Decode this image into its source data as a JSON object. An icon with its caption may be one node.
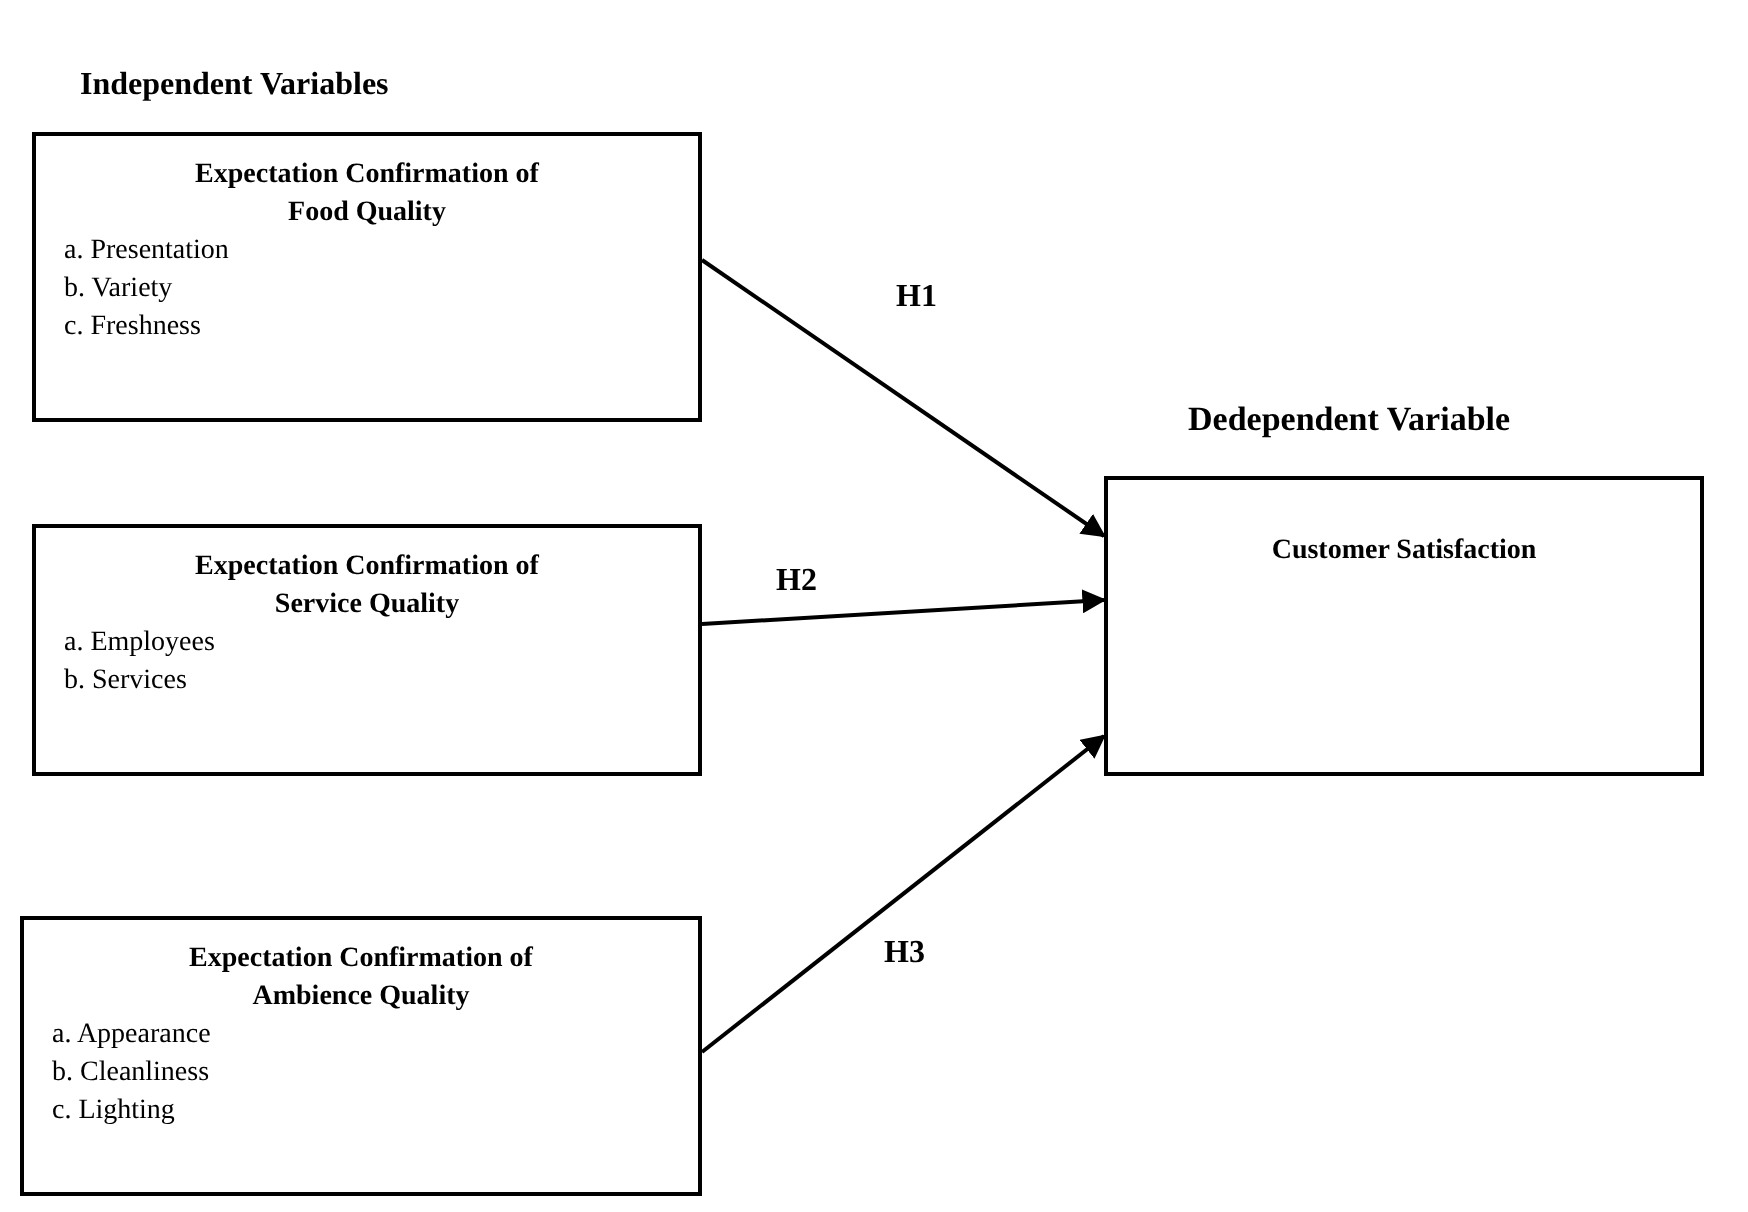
{
  "diagram": {
    "title": "Independent Variables",
    "nodes": [
      {
        "text": [
          "Expectation Confirmation of Food Quality",
          "a. Presentation",
          "b. Variety",
          "c. Freshness"
        ]
      },
      {
        "text": [
          "Expectation Confirmation of Service Quality",
          "a. Employees",
          "b. Services"
        ]
      },
      {
        "text": [
          "Expectation Confirmation of Ambience Quality",
          "a. Appearance",
          "b. Cleanliness",
          "c. Lighting"
        ]
      },
      {
        "text": [
          "Dedependent Variable",
          "Customer Satisfaction"
        ]
      }
    ],
    "edges": [
      {
        "from": 0,
        "to": 3,
        "arrow": "to",
        "label": "H1"
      },
      {
        "from": 1,
        "to": 3,
        "arrow": "to",
        "label": "H2"
      },
      {
        "from": 2,
        "to": 3,
        "arrow": "to",
        "label": "H3"
      }
    ]
  }
}
